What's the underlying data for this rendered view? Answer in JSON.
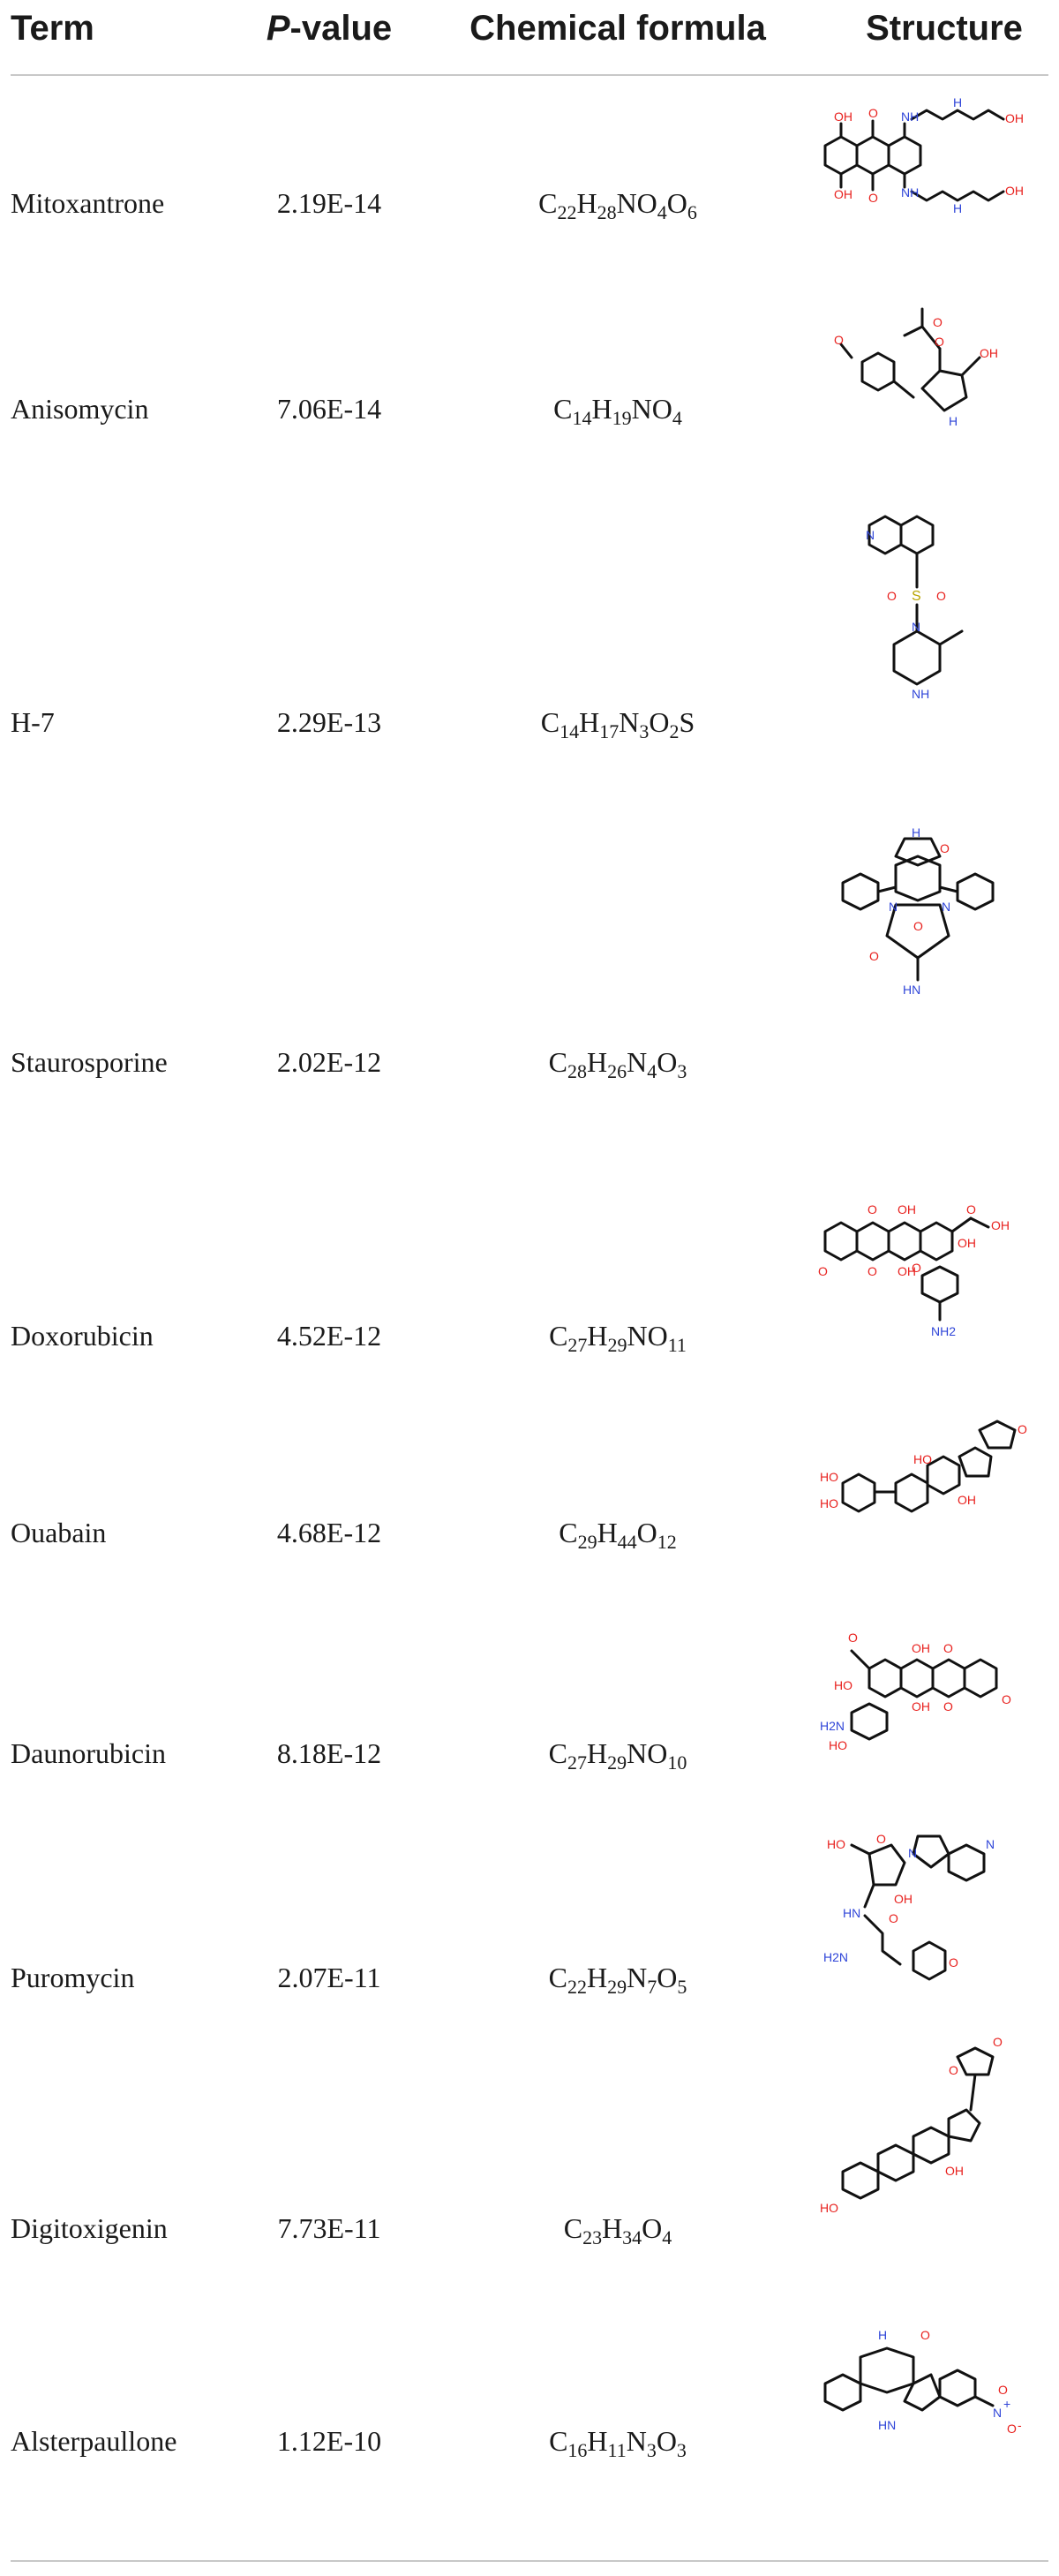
{
  "table": {
    "headers": {
      "term": "Term",
      "p_letter": "P",
      "p_rest": "-value",
      "formula": "Chemical formula",
      "structure": "Structure"
    },
    "rows": [
      {
        "term": "Mitoxantrone",
        "p_value": "2.19E-14",
        "formula": [
          [
            "C",
            "22"
          ],
          [
            "H",
            "28"
          ],
          [
            "NO",
            "4"
          ],
          [
            "O",
            "6"
          ]
        ]
      },
      {
        "term": "Anisomycin",
        "p_value": "7.06E-14",
        "formula": [
          [
            "C",
            "14"
          ],
          [
            "H",
            "19"
          ],
          [
            "NO",
            "4"
          ]
        ]
      },
      {
        "term": "H-7",
        "p_value": "2.29E-13",
        "formula": [
          [
            "C",
            "14"
          ],
          [
            "H",
            "17"
          ],
          [
            "N",
            "3"
          ],
          [
            "O",
            "2"
          ],
          [
            "S",
            ""
          ]
        ]
      },
      {
        "term": "Staurosporine",
        "p_value": "2.02E-12",
        "formula": [
          [
            "C",
            "28"
          ],
          [
            "H",
            "26"
          ],
          [
            "N",
            "4"
          ],
          [
            "O",
            "3"
          ]
        ]
      },
      {
        "term": "Doxorubicin",
        "p_value": "4.52E-12",
        "formula": [
          [
            "C",
            "27"
          ],
          [
            "H",
            "29"
          ],
          [
            "NO",
            "11"
          ]
        ]
      },
      {
        "term": "Ouabain",
        "p_value": "4.68E-12",
        "formula": [
          [
            "C",
            "29"
          ],
          [
            "H",
            "44"
          ],
          [
            "O",
            "12"
          ]
        ]
      },
      {
        "term": "Daunorubicin",
        "p_value": "8.18E-12",
        "formula": [
          [
            "C",
            "27"
          ],
          [
            "H",
            "29"
          ],
          [
            "NO",
            "10"
          ]
        ]
      },
      {
        "term": "Puromycin",
        "p_value": "2.07E-11",
        "formula": [
          [
            "C",
            "22"
          ],
          [
            "H",
            "29"
          ],
          [
            "N",
            "7"
          ],
          [
            "O",
            "5"
          ]
        ]
      },
      {
        "term": "Digitoxigenin",
        "p_value": "7.73E-11",
        "formula": [
          [
            "C",
            "23"
          ],
          [
            "H",
            "34"
          ],
          [
            "O",
            "4"
          ]
        ]
      },
      {
        "term": "Alsterpaullone",
        "p_value": "1.12E-10",
        "formula": [
          [
            "C",
            "16"
          ],
          [
            "H",
            "11"
          ],
          [
            "N",
            "3"
          ],
          [
            "O",
            "3"
          ]
        ]
      }
    ]
  },
  "colors": {
    "text": "#1a1a1a",
    "rule": "#c8c8c8",
    "oxygen": "#e8211e",
    "nitrogen": "#2f45d8",
    "sulfur": "#b8a400"
  },
  "atom_labels": {
    "oh": "OH",
    "o": "O",
    "n": "N",
    "h": "H",
    "nh": "NH",
    "hn": "HN",
    "ho": "HO",
    "nh2": "NH2",
    "h2n": "H2N",
    "s": "S",
    "plus": "+",
    "minus": "-"
  }
}
